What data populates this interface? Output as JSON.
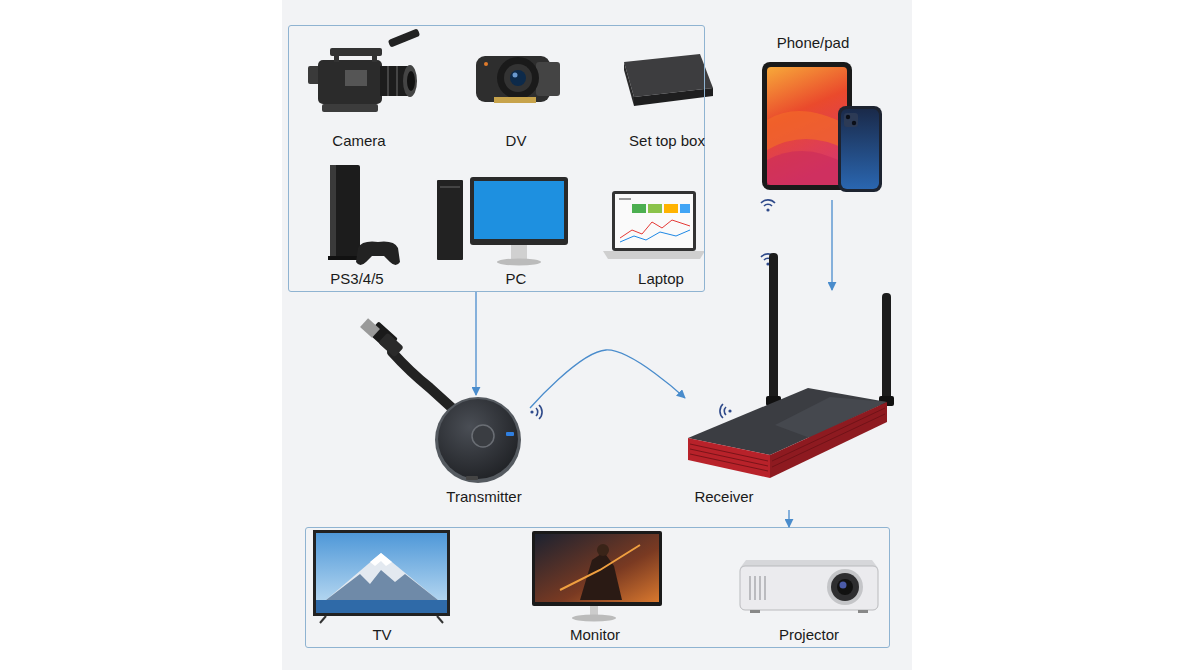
{
  "diagram": {
    "nodes": [
      {
        "text": [
          "Camera",
          "DV",
          "Set top box",
          "PS3/4/5",
          "PC",
          "Laptop"
        ]
      },
      {
        "text": [
          "Phone/pad"
        ]
      },
      {
        "text": [
          "Transmitter"
        ]
      },
      {
        "text": [
          "Receiver"
        ]
      },
      {
        "text": [
          "TV",
          "Monitor",
          "Projector"
        ]
      }
    ],
    "edges": [
      {
        "from": 0,
        "to": 2,
        "arrow": "to"
      },
      {
        "from": 2,
        "to": 3,
        "arrow": "to"
      },
      {
        "from": 1,
        "to": 3,
        "arrow": "to"
      },
      {
        "from": 3,
        "to": 4,
        "arrow": "to"
      }
    ]
  }
}
